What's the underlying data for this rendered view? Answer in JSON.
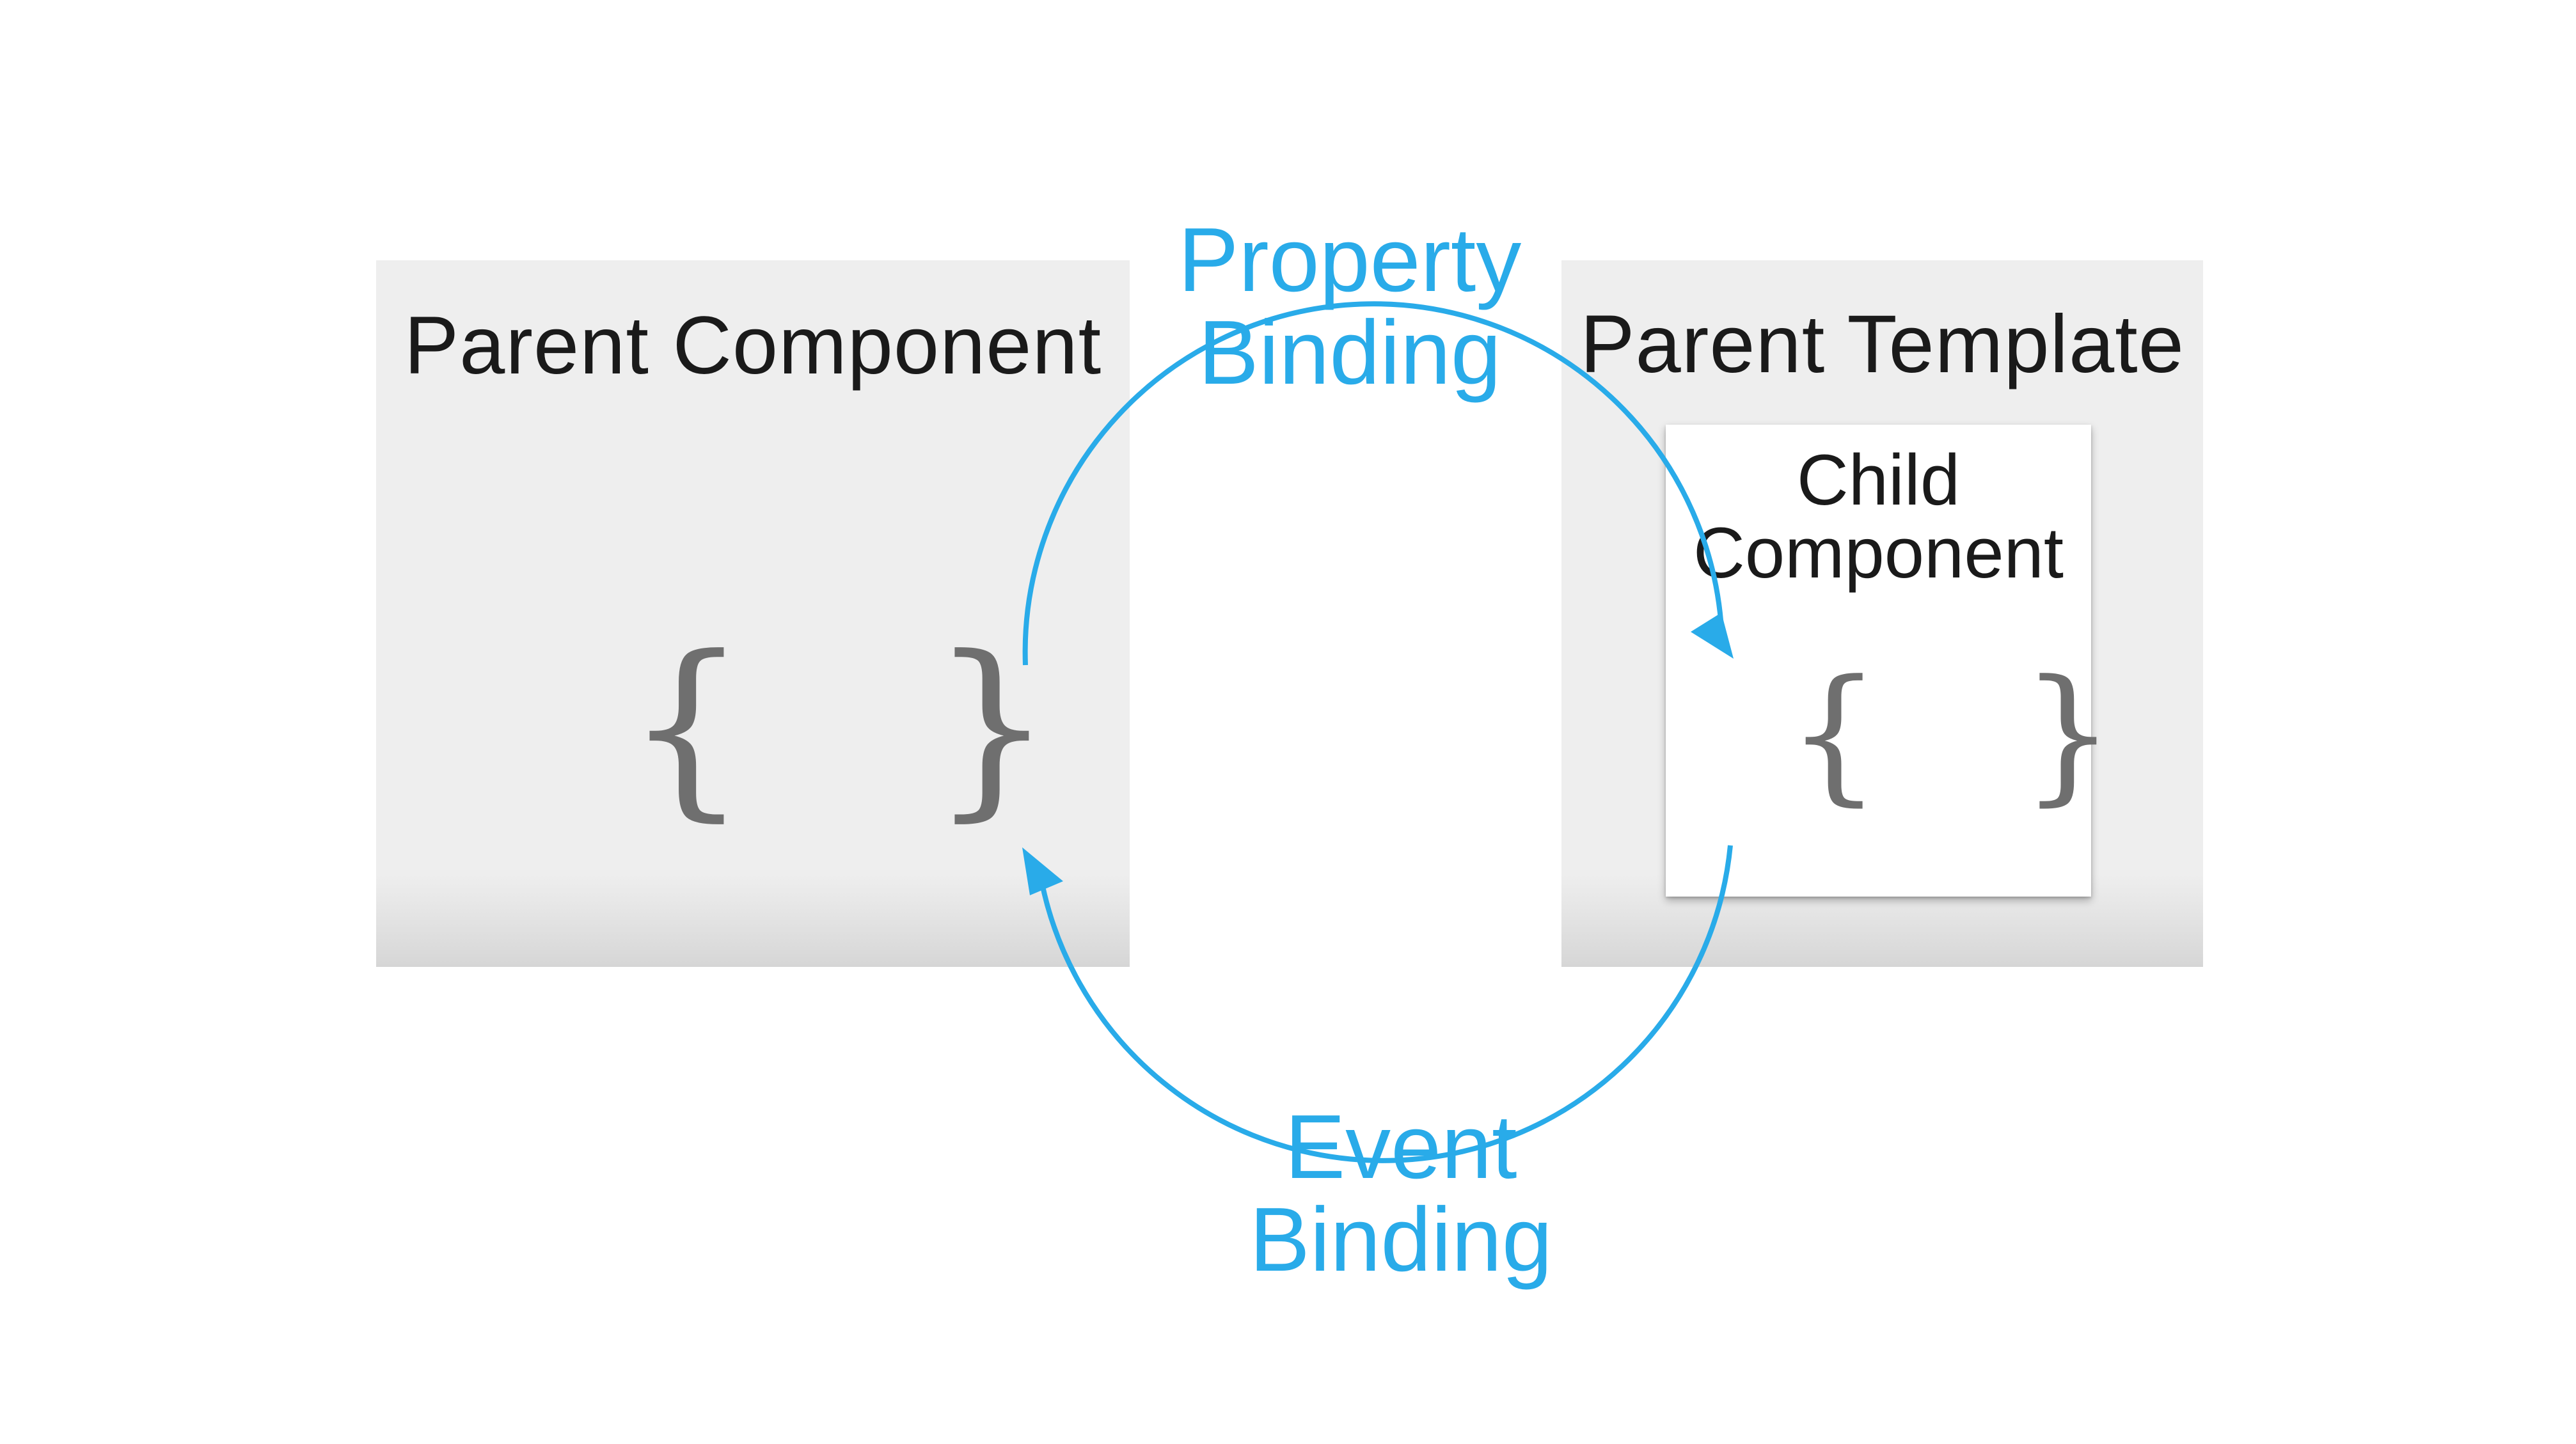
{
  "parent_component": {
    "title": "Parent Component",
    "braces": "{   }"
  },
  "parent_template": {
    "title": "Parent Template",
    "child_component": {
      "title_line1": "Child",
      "title_line2": "Component",
      "braces": "{   }"
    }
  },
  "property_binding": {
    "line1": "Property",
    "line2": "Binding"
  },
  "event_binding": {
    "line1": "Event",
    "line2": "Binding"
  },
  "colors": {
    "binding_accent": "#29abe9",
    "panel_background": "#eeeeee",
    "braces": "#6f6f6f"
  }
}
